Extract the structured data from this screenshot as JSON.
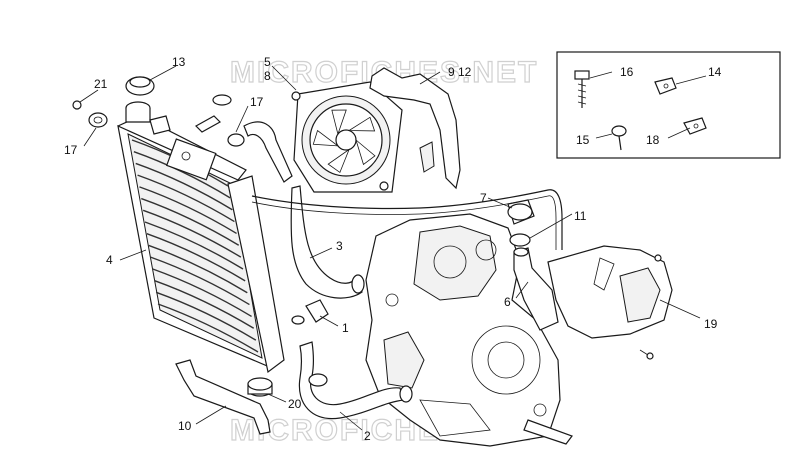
{
  "watermark": {
    "text": "MICROFICHES.NET"
  },
  "callouts": {
    "c1": "1",
    "c2": "2",
    "c3": "3",
    "c4": "4",
    "c5": "5",
    "c6": "6",
    "c7": "7",
    "c8": "8",
    "c9_12": "9 12",
    "c10": "10",
    "c11": "11",
    "c13": "13",
    "c14": "14",
    "c15": "15",
    "c16": "16",
    "c17a": "17",
    "c17b": "17",
    "c18": "18",
    "c19": "19",
    "c20": "20",
    "c21": "21"
  }
}
